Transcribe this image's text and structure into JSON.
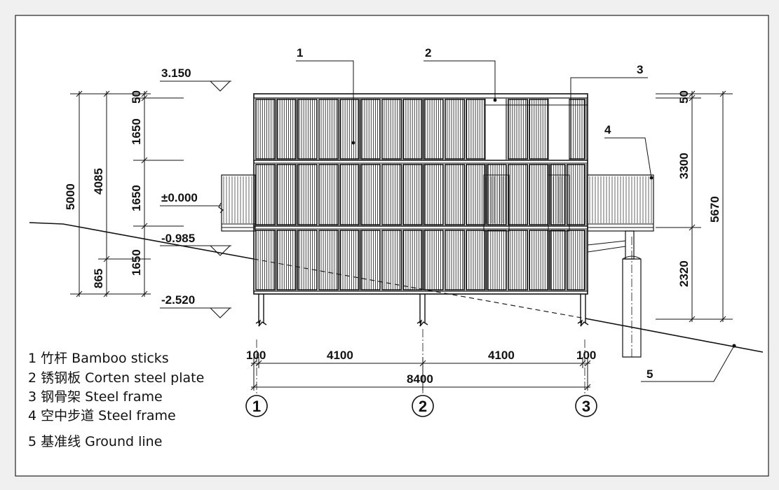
{
  "legend": [
    {
      "num": "1",
      "text": "竹杆 Bamboo sticks"
    },
    {
      "num": "2",
      "text": "锈钢板 Corten steel plate"
    },
    {
      "num": "3",
      "text": "钢骨架 Steel frame"
    },
    {
      "num": "4",
      "text": "空中步道 Steel frame"
    },
    {
      "num": "5",
      "text": "基准线 Ground line"
    }
  ],
  "levels": {
    "top": "3.150",
    "zero": "±0.000",
    "mid": "-0.985",
    "bottom": "-2.520"
  },
  "left_dims": {
    "overall": "5000",
    "upper": "4085",
    "lower": "865",
    "seg_top": "50",
    "seg_1": "1650",
    "seg_2": "1650",
    "seg_3": "1650"
  },
  "right_dims": {
    "top": "50",
    "upper": "3300",
    "lower": "2320",
    "overall": "5670"
  },
  "bottom_dims": {
    "left_edge": "100",
    "left_span": "4100",
    "right_span": "4100",
    "right_edge": "100",
    "total": "8400"
  },
  "axes": [
    "1",
    "2",
    "3"
  ],
  "callouts": [
    "1",
    "2",
    "3",
    "4",
    "5"
  ]
}
